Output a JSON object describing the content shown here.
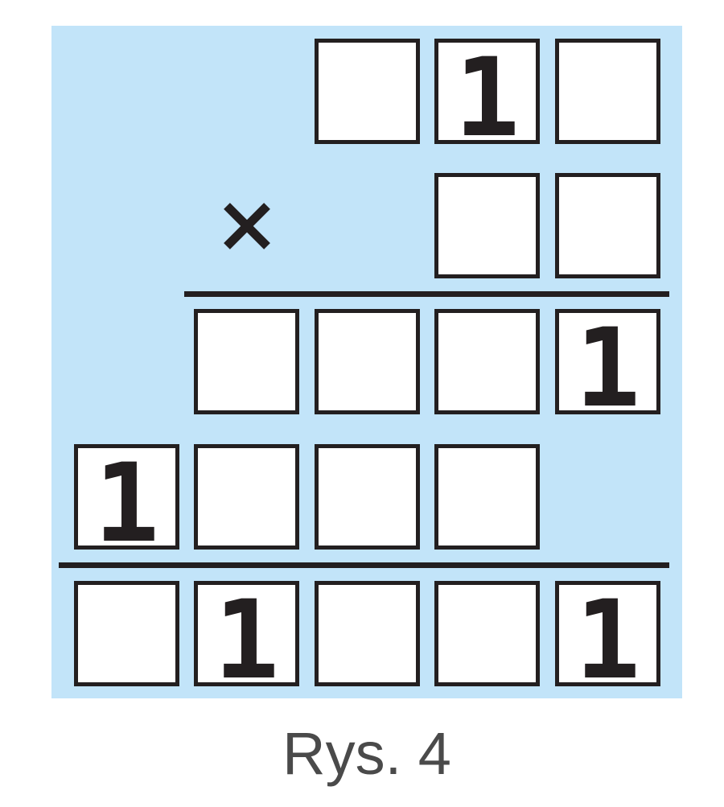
{
  "figure": {
    "type": "long-multiplication-puzzle",
    "caption": "Rys. 4",
    "operator": "×",
    "colors": {
      "panel_bg": "#c2e4f9",
      "cell_bg": "#ffffff",
      "line": "#231f20",
      "digit": "#231f20",
      "caption_text": "#4a4a4a"
    },
    "grid": {
      "columns": 5,
      "rows": [
        {
          "name": "multiplicand",
          "cells": [
            {
              "col": 2,
              "digit": ""
            },
            {
              "col": 3,
              "digit": "1"
            },
            {
              "col": 4,
              "digit": ""
            }
          ]
        },
        {
          "name": "multiplier",
          "operator_col": 1,
          "cells": [
            {
              "col": 3,
              "digit": ""
            },
            {
              "col": 4,
              "digit": ""
            }
          ]
        },
        {
          "name": "partial-product-1",
          "cells": [
            {
              "col": 1,
              "digit": ""
            },
            {
              "col": 2,
              "digit": ""
            },
            {
              "col": 3,
              "digit": ""
            },
            {
              "col": 4,
              "digit": "1"
            }
          ]
        },
        {
          "name": "partial-product-2",
          "cells": [
            {
              "col": 0,
              "digit": "1"
            },
            {
              "col": 1,
              "digit": ""
            },
            {
              "col": 2,
              "digit": ""
            },
            {
              "col": 3,
              "digit": ""
            }
          ]
        },
        {
          "name": "product",
          "cells": [
            {
              "col": 0,
              "digit": ""
            },
            {
              "col": 1,
              "digit": "1"
            },
            {
              "col": 2,
              "digit": ""
            },
            {
              "col": 3,
              "digit": ""
            },
            {
              "col": 4,
              "digit": "1"
            }
          ]
        }
      ]
    }
  }
}
